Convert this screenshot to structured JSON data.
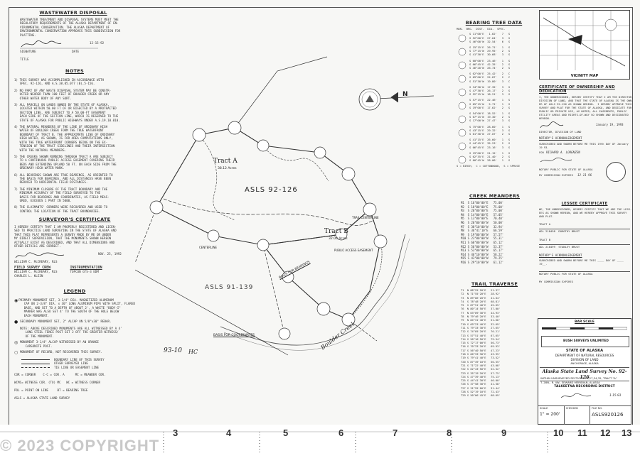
{
  "wastewater": {
    "title": "WASTEWATER DISPOSAL",
    "body": "WASTEWATER TREATMENT AND DISPOSAL SYSTEMS MUST MEET THE\nREGULATORY REQUIREMENTS OF THE ALASKA DEPARTMENT OF EN-\nVIRONMENTAL CONSERVATION. THE ALASKA DEPARTMENT OF\nENVIRONMENTAL CONSERVATION APPROVES THIS SUBDIVISION FOR\nPLATTING.",
    "date": "12-15-92",
    "labels": "SIGNATURE                    DATE\n\nTITLE"
  },
  "notes": {
    "title": "NOTES",
    "items": [
      "1) THIS SURVEY WAS ACCOMPLISHED IN ACCORDANCE WITH\n   SPEC. 92-126, AND A.S.38.05.077 (B),5-156.",
      "2) NO PART OF ANY WASTE DISPOSAL SYSTEM MAY BE CONSTR-\n   UCTED NEARER THAN 100 FEET OF BOULDER CREEK OR ANY\n   OTHER WATER BODY OF ANY SORT.",
      "3) ALL PARCELS ON LANDS OWNED BY THE STATE OF ALASKA,\n   LOCATED WITHIN 50.00 FT OF OR BISECTED BY A PROTRACTED\n   SECTION LINE, ARE SUBJECT TO A 50.00-FT EASEMENT\n   EACH SIDE OF THE SECTION LINE, WHICH IS RESERVED TO THE\n   STATE OF ALASKA FOR PUBLIC HIGHWAYS UNDER A.S.19.10.010.",
      "4) THE NATURAL MEANDERS OF THE LINE OF ORDINARY HIGH\n   WATER OF BOULDER CREEK FORM THE TRUE WATERFRONT\n   BOUNDARY OF TRACT B. THE APPROXIMATE LINE OF ORDINARY\n   HIGH WATER, AS SHOWN, IS FOR AREA COMPUTATIONS ONLY,\n   WITH THE TRUE WATERFRONT CORNERS BEING ON THE EX-\n   TENSION OF THE TRACT SIDELINES AND THEIR INTERSECTION\n   WITH THE NATURAL MEANDERS.",
      "5) THE CREEKS SHOWN RUNNING THROUGH TRACT A ARE SUBJECT\n   TO A CONTINUOUS PUBLIC ACCESS EASEMENT COVERING THEIR\n   BEDS AND EXTENDING UPLAND 50 FT. ON EACH SIDE FROM THE\n   ORDINARY HIGH WATER MARK.",
      "6) ALL BEARINGS SHOWN ARE TRUE BEARINGS, AS ORIENTED TO\n   THE BASIS FOR BEARINGS, AND ALL DISTANCES HAVE BEEN\n   REDUCED TO HORIZONTAL FIELD DISTANCES.",
      "7) THE MINIMUM CLOSURE OF THE TRACT BOUNDARY AND THE\n   MINIMUM ACCURACY OF THE FIELD SURVEYED TO THE\n   BASIS FOR BEARINGS AND COORDINATES, AS FIELD MEAS-\n   URED, EXCEEDS 1 PART IN 5000.",
      "8) THE CLAIMANTS' CORNERS WERE RECOVERED AND USED TO\n   CONTROL THE LOCATION OF THE TRACT BOUNDARIES."
    ]
  },
  "surveyor": {
    "title": "SURVEYOR'S CERTIFICATE",
    "body": "I HEREBY CERTIFY THAT I AM PROPERLY REGISTERED AND LICEN-\nSED TO PRACTICE LAND SURVEYING IN THE STATE OF ALASKA AND\nTHAT THIS PLAT REPRESENTS A SURVEY MADE BY ME OR UNDER\nMY DIRECT SUPERVISION, THAT THE MONUMENTS SHOWN HEREON\nACTUALLY EXIST AS DESCRIBED, AND THAT ALL DIMENSIONS AND\nOTHER DETAILS ARE CORRECT.",
    "date": "NOV. 25, 1992",
    "name": "WILLIAM C. McCREARY, RLS",
    "field_title": "FIELD SURVEY CREW",
    "field_crew": "WILLIAM C. McCREARY, RLS\nCHARLES L. KLEIN",
    "instr_title": "INSTRUMENTATION",
    "instr": "TOPCON GTS-3 EDM\n"
  },
  "legend": {
    "title": "LEGEND",
    "items": [
      "PRIMARY MONUMENT SET, 3-1/4\" DIA. MAGNETIZED ALUMINUM\n   CAP ON 2-3/8\" DIA. x 30\" LONG ALUMINUM PIPE WITH SPLIT, FLARED\n   BASE, AND SET TO A DEPTH OF ABOUT 2'. A WHITE \"BODY-I\"\n   MARKER WAS ALSO SET 4' TO THE SOUTH OF THE HOLE BELOW\n   EACH MONUMENT.",
      "SECONDARY MONUMENT SET, 2\" ALCAP ON 5/8\"x30\" REBAR.",
      "NOTE: ABOVE DESCRIBED MONUMENTS ARE ALL WITNESSED BY A 4'\n   LONG STEEL FENCE POST SET 2 OFF THE GREATER WITNESS/\n   OF THE MONUMENT.",
      "MONUMENT 3-1/4\" ALCAP WITNESSED BY AN ORANGE\n   CARSONITE POST.",
      "MONUMENT OF RECORD, NOT RECOVERED THIS SURVEY."
    ],
    "lines": [
      "BOUNDARY LINE OF THIS SURVEY",
      "OTHER SURVEYED LINE",
      "TIE LINE OR EASEMENT LINE"
    ],
    "abbr": "COR = CORNER    C-C = COR. A      MC = MEANDER COR.\n\nWCMC= WITNESS COR. (TO) MC   WC = WITNESS CORNER\n\nPOL = POINT ON LINE     BT = BEARING TREE\n\nASLS = ALASKA STATE LAND SURVEY"
  },
  "plat": {
    "tract_a": "Tract A",
    "tract_a_area": "38.12 Acres",
    "tract_b": "Tract B",
    "tract_b_area": "32.00 Acres",
    "asls_main": "ASLS 92-126",
    "asls_other": "ASLS 91-139",
    "creek": "Boulder Creek",
    "north": "N",
    "basis": "BASIS FOR COORDINATES",
    "bearings_label": "BASIS FOR BEARINGS",
    "centerline": "CENTERLINE",
    "trail": "TRAIL CENTERLINE",
    "public_access": "PUBLIC ACCESS EASEMENT",
    "handwritten": "93-10",
    "initials": "HC"
  },
  "bearing_tree": {
    "title": "BEARING TREE DATA",
    "header": "MON.  BRG.  DIST.  DIA.  SPEC.",
    "rows": [
      "S 11°00'E   1.62'   7   S",
      "S 52°00'E  27.64'   3   S",
      "S 46°00'W  32.54'   6   S",
      "S 15°15'E  26.71'   1   S",
      "S 77°15'W  29.95'   2   S",
      "S 41°30'E  30.68'   3   S",
      "S 60°00'E  23.46'   1   S",
      "S 66°45'E  42.35'   2   S",
      "S 46°20'W  26.74'   2   S",
      "S 02°00'E  25.42'   2   C",
      "S 09°00'E  22.87'   2   C",
      "S 51°30'W  19.80'   3   C",
      "S 34°30'W  17.35'   3   S",
      "S 47°30'E  26.17'   2   S",
      "S 52°15'W  18.21'   3   S",
      "S 57°15'E  22.46'   1   S",
      "S 05°15'W   5.71'   1   S",
      "S 19°00'E  17.62'   2   S",
      "S 54°00'E  18.52'   1   S",
      "S 67°15'W  19.30'   2   S",
      "S 17°00'W  27.47'   3   S",
      "S 75°00'E  28.60'   1   S",
      "S 43°15'E  29.32'   3   S",
      "S 61°30'W  27.07'   2   S",
      "S 41°15'E  26.60'   1   S",
      "S 44°45'E  35.23'   2   S",
      "S 06°45'E  23.16'   3   S",
      "S 19°00'E  21.15'   1   S",
      "S 62°35'E  21.40'   2   S",
      "S 00°45'W  28.00'   1   S"
    ],
    "note": "S = BIRCH,  C = COTTONWOOD,  S = SPRUCE"
  },
  "creek": {
    "title": "CREEK MEANDERS",
    "rows": [
      "M1  S 16°00'00\"E   75.00'",
      "M2  S 18°00'00\"E   75.00'",
      "M3  S 20°00'00\"E   75.00'",
      "M4  S 14°00'00\"E   57.05'",
      "M5  S 13°00'00\"E   70.40'",
      "M6  S 20°00'00\"W   50.00'",
      "M7  S 38°10'00\"W   32.94'",
      "M8  S 36°41'10\"E   66.59'",
      "M9  S 19°00'00\"W   57.57'",
      "M10 S 23°00'00\"W   55.31'",
      "M11 S 60°00'00\"W   65.12'",
      "M12 S 56°00'00\"W   53.37'",
      "M13 S 53°00'00\"W   65.17'",
      "M14 S 46°10'00\"W   58.22'",
      "M15 S 43°00'00\"W   79.25'",
      "M16 S 29°10'00\"W   61.12'"
    ]
  },
  "trail": {
    "title": "TRAIL TRAVERSE",
    "rows": [
      "T1  N 88°25'20\"E   21.37'",
      "T2  N 71°55'20\"E   28.92'",
      "T3  N 89°06'20\"E   41.04'",
      "T4  S 78°48'20\"E   68.81'",
      "T5  S 87°51'40\"E   45.65'",
      "T6  N 80°14'50\"E   37.00'",
      "T7  N 63°09'30\"E   44.93'",
      "T8  N 79°46'20\"E   33.40'",
      "T9  N 84°31'40\"E   51.66'",
      "T10 S 69°23'40\"E   32.69'",
      "T11 S 79°33'30\"E   27.65'",
      "T12 S 74°05'20\"E   76.21'",
      "T13 S 57°51'40\"E   67.65'",
      "T14 S 50°10'50\"E   79.54'",
      "T15 S 72°17'00\"E   50.73'",
      "T16 S 70°33'20\"E   69.93'",
      "T17 S 56°40'50\"E   47.23'",
      "T18 S 60°33'30\"E   43.95'",
      "T19 S 79°41'40\"E   73.52'",
      "T20 S 87°49'10\"E   50.55'",
      "T21 S 71°22'40\"E   43.08'",
      "T22 S 62°43'50\"E   52.52'",
      "T23 S 35°19'20\"E   57.75'",
      "T24 S 47°39'40\"E   75.13'",
      "T25 S 44°41'30\"E   40.00'",
      "T26 S 37°58'30\"E   41.58'",
      "T27 S 31°55'00\"E   31.44'",
      "T28 S 52°19'10\"E   72.43'",
      "T29 S 50°06'45\"E   68.69'"
    ]
  },
  "vicinity": {
    "title": "VICINITY MAP"
  },
  "ownership": {
    "title": "CERTIFICATE OF OWNERSHIP AND DEDICATION",
    "body": "I, THE UNDERSIGNED, HEREBY CERTIFY THAT I AM THE DIRECTOR,\nDIVISION OF LAND, AND THAT THE STATE OF ALASKA IS THE OWN-\nER OF ASLS 92-126 AS SHOWN HEREON.  I HEREBY APPROVE THIS\nSURVEY AND PLAT FOR THE STATE OF ALASKA, AND DEDICATE FOR\nPUBLIC OR PRIVATE USE, AS NOTED, ALL EASEMENTS, PUBLIC\nUTILITY AREAS AND RIGHTS-OF-WAY SO SHOWN AND DESIGNATED\nHEREON.",
    "date": "January 19, 1993",
    "director": "DIRECTOR, DIVISION OF LAND",
    "notary_title": "NOTARY'S ACKNOWLEDGEMENT",
    "notary_body": "SUBSCRIBED AND SWORN BEFORE ME THIS 19th DAY OF January\n19 93.",
    "notary_for": "FOR",
    "notary_name": "RICHARD A. LORENZEN",
    "notary_line": "NOTARY PUBLIC FOR STATE OF ALASKA",
    "commission": "MY COMMISSION EXPIRES",
    "commission_date": "12-11-96"
  },
  "lessee": {
    "title": "LESSEE CERTIFICATE",
    "body": "WE, THE UNDERSIGNED, HEREBY CERTIFY THAT WE ARE THE LESS-\nEES AS SHOWN HEREON, AND WE HEREBY APPROVE THIS SURVEY\nAND PLAT.",
    "tract_a": "TRACT A",
    "tract_a_name": "ADL 218498  DOROTHY BRUST",
    "tract_b": "TRACT B",
    "tract_b_name": "ADL 218499  STANLEY BRUST",
    "notary_title": "NOTARY'S ACKNOWLEDGEMENT",
    "notary_body": "SUBSCRIBED AND SWORN BEFORE ME THIS ____ DAY OF ____\n19__.",
    "notary_line": "NOTARY PUBLIC FOR STATE OF ALASKA",
    "commission": "MY COMMISSION EXPIRES"
  },
  "title_block": {
    "bar_scale": "BAR SCALE",
    "surveyor_co": "BUSH SURVEYS UNLIMITED",
    "state": "STATE OF ALASKA",
    "dept": "DEPARTMENT OF NATURAL RESOURCES",
    "division": "DIVISION OF LAND",
    "place": "ANCHORAGE, ALASKA",
    "survey_name": "Alaska State Land Survey No. 92-126",
    "within": "WITHIN UNSURVEYED SECTIONS 26,27,34,35, TRACT \"A\"",
    "township": "T. 28N., R. 4W., SEWARD MERIDIAN, ALASKA",
    "district": "TALKEETNA RECORDING DISTRICT",
    "scale_label": "SCALE",
    "scale": "1\" = 200'",
    "checked_label": "CHECKED",
    "file_label": "FILE NO.",
    "file": "ASLS920126",
    "approved_date": "1-15-93"
  },
  "bottom": {
    "copyright": "© 2023 COPYRIGHT",
    "ruler": [
      "3",
      "4",
      "5",
      "6",
      "7",
      "8",
      "9",
      "10",
      "11",
      "12",
      "13"
    ]
  }
}
